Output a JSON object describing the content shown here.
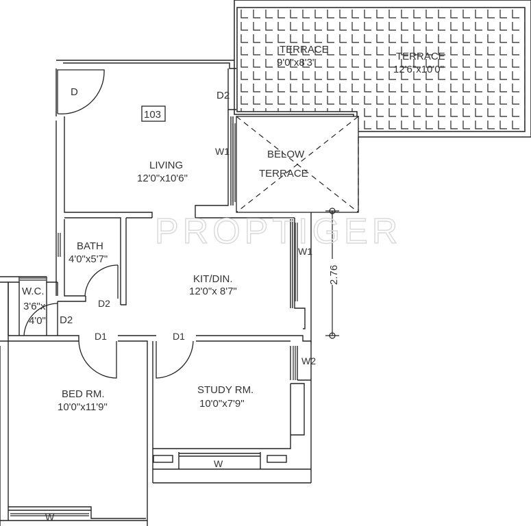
{
  "plan": {
    "unit_number": "103",
    "watermark": "PROPTIGER",
    "dimension_marker": "2.76",
    "rooms": [
      {
        "id": "terrace1",
        "name": "TERRACE",
        "size": "9'0\"x8'3\""
      },
      {
        "id": "terrace2",
        "name": "TERRACE",
        "size": "12'6\"x10'0\""
      },
      {
        "id": "below_terrace",
        "name": "BELOW",
        "name2": "TERRACE"
      },
      {
        "id": "living",
        "name": "LIVING",
        "size": "12'0\"x10'6\""
      },
      {
        "id": "bath",
        "name": "BATH",
        "size": "4'0\"x5'7\""
      },
      {
        "id": "wc",
        "name": "W.C.",
        "size": "3'6\"x",
        "size2": "4'0\""
      },
      {
        "id": "kitdin",
        "name": "KIT/DIN.",
        "size": "12'0\"x 8'7\""
      },
      {
        "id": "bedroom",
        "name": "BED RM.",
        "size": "10'0\"x11'9\""
      },
      {
        "id": "study",
        "name": "STUDY RM.",
        "size": "10'0\"x7'9\""
      }
    ],
    "openings": {
      "main_door": "D",
      "d2_living": "D2",
      "w1_living": "W1",
      "w1_kitchen": "W1",
      "w2_study": "W2",
      "d2_bath": "D2",
      "d2_wc": "D2",
      "d1_bed": "D1",
      "d1_study": "D1",
      "w_study": "W",
      "w_bed": "W"
    }
  }
}
